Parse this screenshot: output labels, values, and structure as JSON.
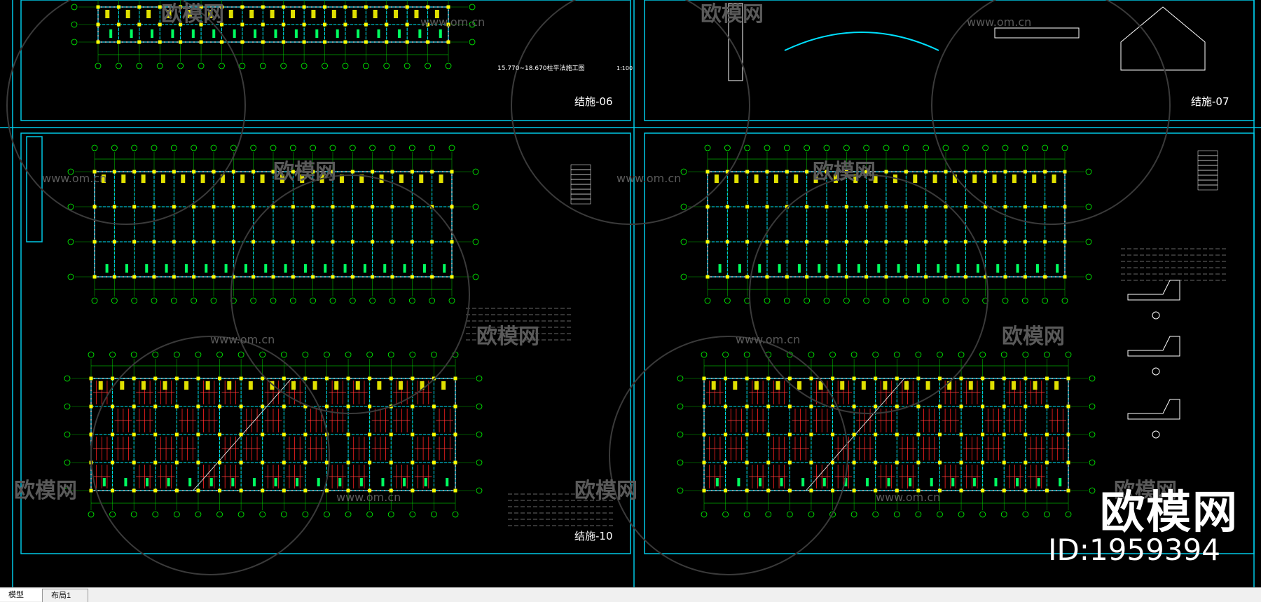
{
  "watermark": {
    "brand": "欧模网",
    "id_text": "ID:1959394",
    "url_text": "www.om.cn"
  },
  "sheets": {
    "top_left_label": "结施-06",
    "top_right_label": "结施-07",
    "bottom_left_label": "结施-10",
    "top_left_caption": "15.770~18.670柱平法施工图",
    "scale_100": "1:100"
  },
  "tabs": {
    "model": "模型",
    "layout1": "布局1"
  },
  "colors": {
    "background": "#000000",
    "frame": "#00c8e6",
    "grid_green": "#00ff00",
    "red": "#ff2020",
    "yellow": "#ffff00",
    "white": "#ffffff"
  }
}
